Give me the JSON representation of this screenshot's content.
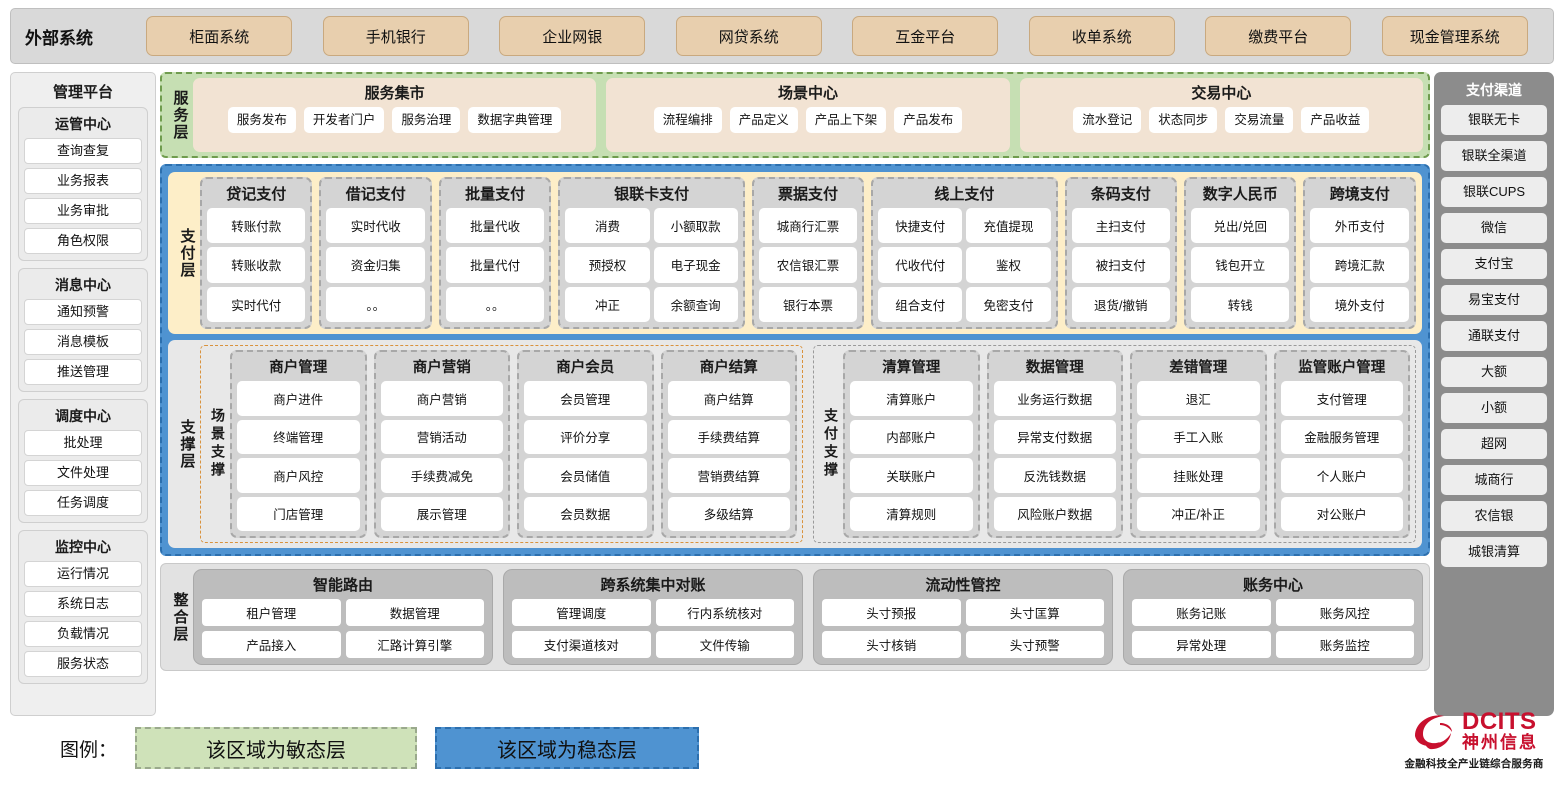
{
  "colors": {
    "agile_green": "#c6dfb3",
    "stable_blue": "#4f93d1",
    "payment_cream": "#fdeec8",
    "external_tan": "#e8cfae",
    "brand_red": "#c8102e"
  },
  "topbar": {
    "title": "外部系统",
    "items": [
      "柜面系统",
      "手机银行",
      "企业网银",
      "网贷系统",
      "互金平台",
      "收单系统",
      "缴费平台",
      "现金管理系统"
    ]
  },
  "left_sidebar": {
    "title": "管理平台",
    "groups": [
      {
        "title": "运管中心",
        "items": [
          "查询查复",
          "业务报表",
          "业务审批",
          "角色权限"
        ]
      },
      {
        "title": "消息中心",
        "items": [
          "通知预警",
          "消息模板",
          "推送管理"
        ]
      },
      {
        "title": "调度中心",
        "items": [
          "批处理",
          "文件处理",
          "任务调度"
        ]
      },
      {
        "title": "监控中心",
        "items": [
          "运行情况",
          "系统日志",
          "负载情况",
          "服务状态"
        ]
      }
    ]
  },
  "right_sidebar": {
    "title": "支付渠道",
    "items": [
      "银联无卡",
      "银联全渠道",
      "银联CUPS",
      "微信",
      "支付宝",
      "易宝支付",
      "通联支付",
      "大额",
      "小额",
      "超网",
      "城商行",
      "农信银",
      "城银清算"
    ]
  },
  "service_layer": {
    "label": "服务层",
    "groups": [
      {
        "title": "服务集市",
        "items": [
          "服务发布",
          "开发者门户",
          "服务治理",
          "数据字典管理"
        ]
      },
      {
        "title": "场景中心",
        "items": [
          "流程编排",
          "产品定义",
          "产品上下架",
          "产品发布"
        ]
      },
      {
        "title": "交易中心",
        "items": [
          "流水登记",
          "状态同步",
          "交易流量",
          "产品收益"
        ]
      }
    ]
  },
  "payment_layer": {
    "label": "支付层",
    "columns": [
      {
        "title": "贷记支付",
        "cols": 1,
        "items": [
          "转账付款",
          "转账收款",
          "实时代付"
        ]
      },
      {
        "title": "借记支付",
        "cols": 1,
        "items": [
          "实时代收",
          "资金归集",
          "。。"
        ]
      },
      {
        "title": "批量支付",
        "cols": 1,
        "items": [
          "批量代收",
          "批量代付",
          "。。"
        ]
      },
      {
        "title": "银联卡支付",
        "cols": 2,
        "items": [
          "消费",
          "小额取款",
          "预授权",
          "电子现金",
          "冲正",
          "余额查询"
        ]
      },
      {
        "title": "票据支付",
        "cols": 1,
        "items": [
          "城商行汇票",
          "农信银汇票",
          "银行本票"
        ]
      },
      {
        "title": "线上支付",
        "cols": 2,
        "items": [
          "快捷支付",
          "充值提现",
          "代收代付",
          "鉴权",
          "组合支付",
          "免密支付"
        ]
      },
      {
        "title": "条码支付",
        "cols": 1,
        "items": [
          "主扫支付",
          "被扫支付",
          "退货/撤销"
        ]
      },
      {
        "title": "数字人民币",
        "cols": 1,
        "items": [
          "兑出/兑回",
          "钱包开立",
          "转钱"
        ]
      },
      {
        "title": "跨境支付",
        "cols": 1,
        "items": [
          "外币支付",
          "跨境汇款",
          "境外支付"
        ]
      }
    ]
  },
  "support_layer": {
    "label": "支撑层",
    "scene": {
      "label": "场景支撑",
      "columns": [
        {
          "title": "商户管理",
          "items": [
            "商户进件",
            "终端管理",
            "商户风控",
            "门店管理"
          ]
        },
        {
          "title": "商户营销",
          "items": [
            "商户营销",
            "营销活动",
            "手续费减免",
            "展示管理"
          ]
        },
        {
          "title": "商户会员",
          "items": [
            "会员管理",
            "评价分享",
            "会员储值",
            "会员数据"
          ]
        },
        {
          "title": "商户结算",
          "items": [
            "商户结算",
            "手续费结算",
            "营销费结算",
            "多级结算"
          ]
        }
      ]
    },
    "pay_support": {
      "label": "支付支撑",
      "columns": [
        {
          "title": "清算管理",
          "items": [
            "清算账户",
            "内部账户",
            "关联账户",
            "清算规则"
          ]
        },
        {
          "title": "数据管理",
          "items": [
            "业务运行数据",
            "异常支付数据",
            "反洗钱数据",
            "风险账户数据"
          ]
        },
        {
          "title": "差错管理",
          "items": [
            "退汇",
            "手工入账",
            "挂账处理",
            "冲正/补正"
          ]
        },
        {
          "title": "监管账户管理",
          "items": [
            "支付管理",
            "金融服务管理",
            "个人账户",
            "对公账户"
          ]
        }
      ]
    }
  },
  "integration_layer": {
    "label": "整合层",
    "groups": [
      {
        "title": "智能路由",
        "items": [
          "租户管理",
          "数据管理",
          "产品接入",
          "汇路计算引擎"
        ]
      },
      {
        "title": "跨系统集中对账",
        "items": [
          "管理调度",
          "行内系统核对",
          "支付渠道核对",
          "文件传输"
        ]
      },
      {
        "title": "流动性管控",
        "items": [
          "头寸预报",
          "头寸匡算",
          "头寸核销",
          "头寸预警"
        ]
      },
      {
        "title": "账务中心",
        "items": [
          "账务记账",
          "账务风控",
          "异常处理",
          "账务监控"
        ]
      }
    ]
  },
  "legend": {
    "label": "图例：",
    "agile_text": "该区域为敏态层",
    "stable_text": "该区域为稳态层"
  },
  "logo": {
    "en": "DCITS",
    "cn": "神州信息",
    "tagline": "金融科技全产业链综合服务商"
  }
}
